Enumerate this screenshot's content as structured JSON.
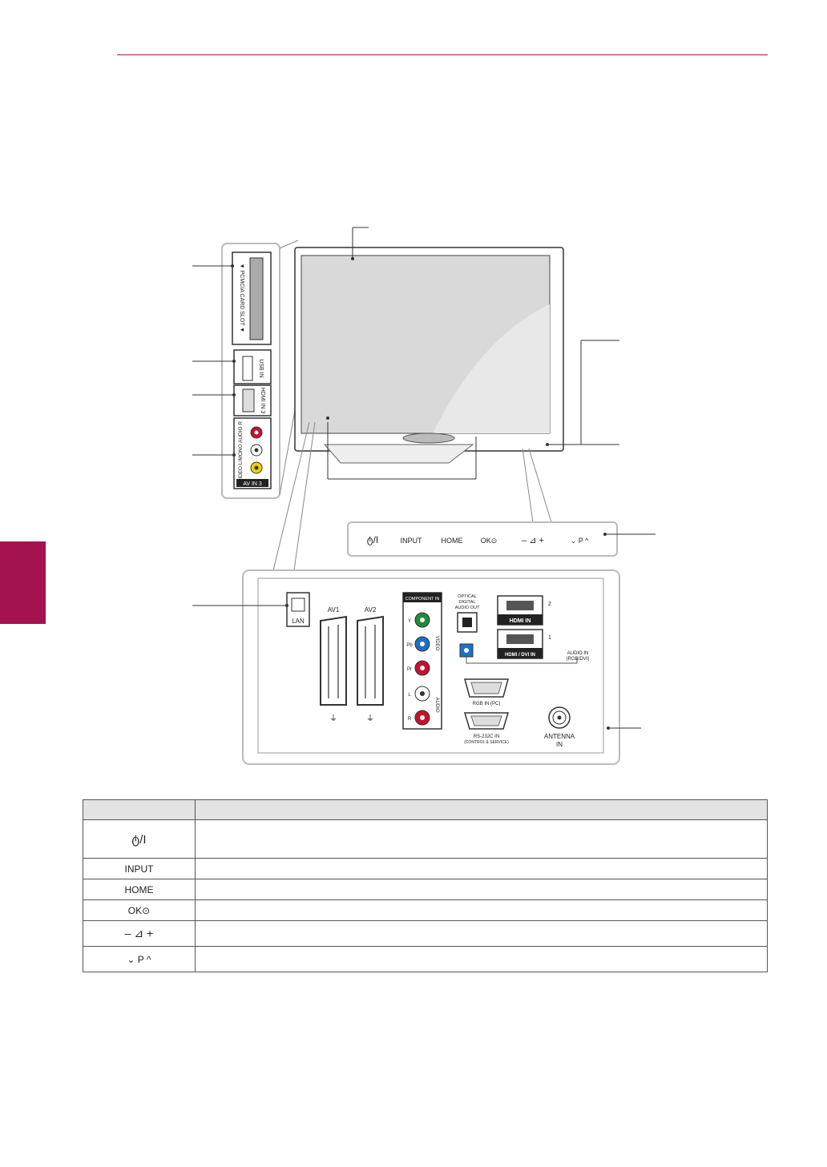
{
  "colors": {
    "accent": "#a4134f",
    "table_header": "#e3e3e3"
  },
  "front_panel": {
    "power_label": "ტ/I",
    "input_label": "INPUT",
    "home_label": "HOME",
    "ok_label": "OK⊙",
    "volume_label": "–  ⊿  +",
    "program_label": "⌄  P  ^"
  },
  "side_panel": {
    "pcmcia_label": "▼ PCMCIA CARD SLOT ▼",
    "usb_label": "USB IN",
    "hdmi3_label": "HDMI IN 3",
    "av_label": "VIDEO L/MONO AUDIO R",
    "av_in_label": "AV IN 3"
  },
  "rear_panel": {
    "lan_label": "LAN",
    "av1_label": "AV1",
    "av2_label": "AV2",
    "component_label": "COMPONENT IN",
    "component_pins": [
      "Y",
      "Pb",
      "Pr",
      "L",
      "R"
    ],
    "component_video_label": "VIDEO",
    "component_audio_label": "AUDIO",
    "optical_label_1": "OPTICAL",
    "optical_label_2": "DIGITAL",
    "optical_label_3": "AUDIO OUT",
    "hdmi2_num": "2",
    "hdmi2_label": "HDMI IN",
    "hdmi1_num": "1",
    "hdmi1_label": "HDMI / DVI IN",
    "audio_in_label_1": "AUDIO IN",
    "audio_in_label_2": "(RGB/DVI)",
    "rgb_label": "RGB IN (PC)",
    "rs232_label_1": "RS-232C IN",
    "rs232_label_2": "(CONTROL & SERVICE)",
    "antenna_label_1": "ANTENNA",
    "antenna_label_2": "IN"
  },
  "table": {
    "header": [
      "",
      ""
    ],
    "rows": [
      {
        "symbol": "ტ/I",
        "description": ""
      },
      {
        "symbol": "INPUT",
        "description": ""
      },
      {
        "symbol": "HOME",
        "description": ""
      },
      {
        "symbol": "OK⊙",
        "description": ""
      },
      {
        "symbol": "–  ⊿  +",
        "description": ""
      },
      {
        "symbol": "⌄  P  ^",
        "description": ""
      }
    ]
  }
}
